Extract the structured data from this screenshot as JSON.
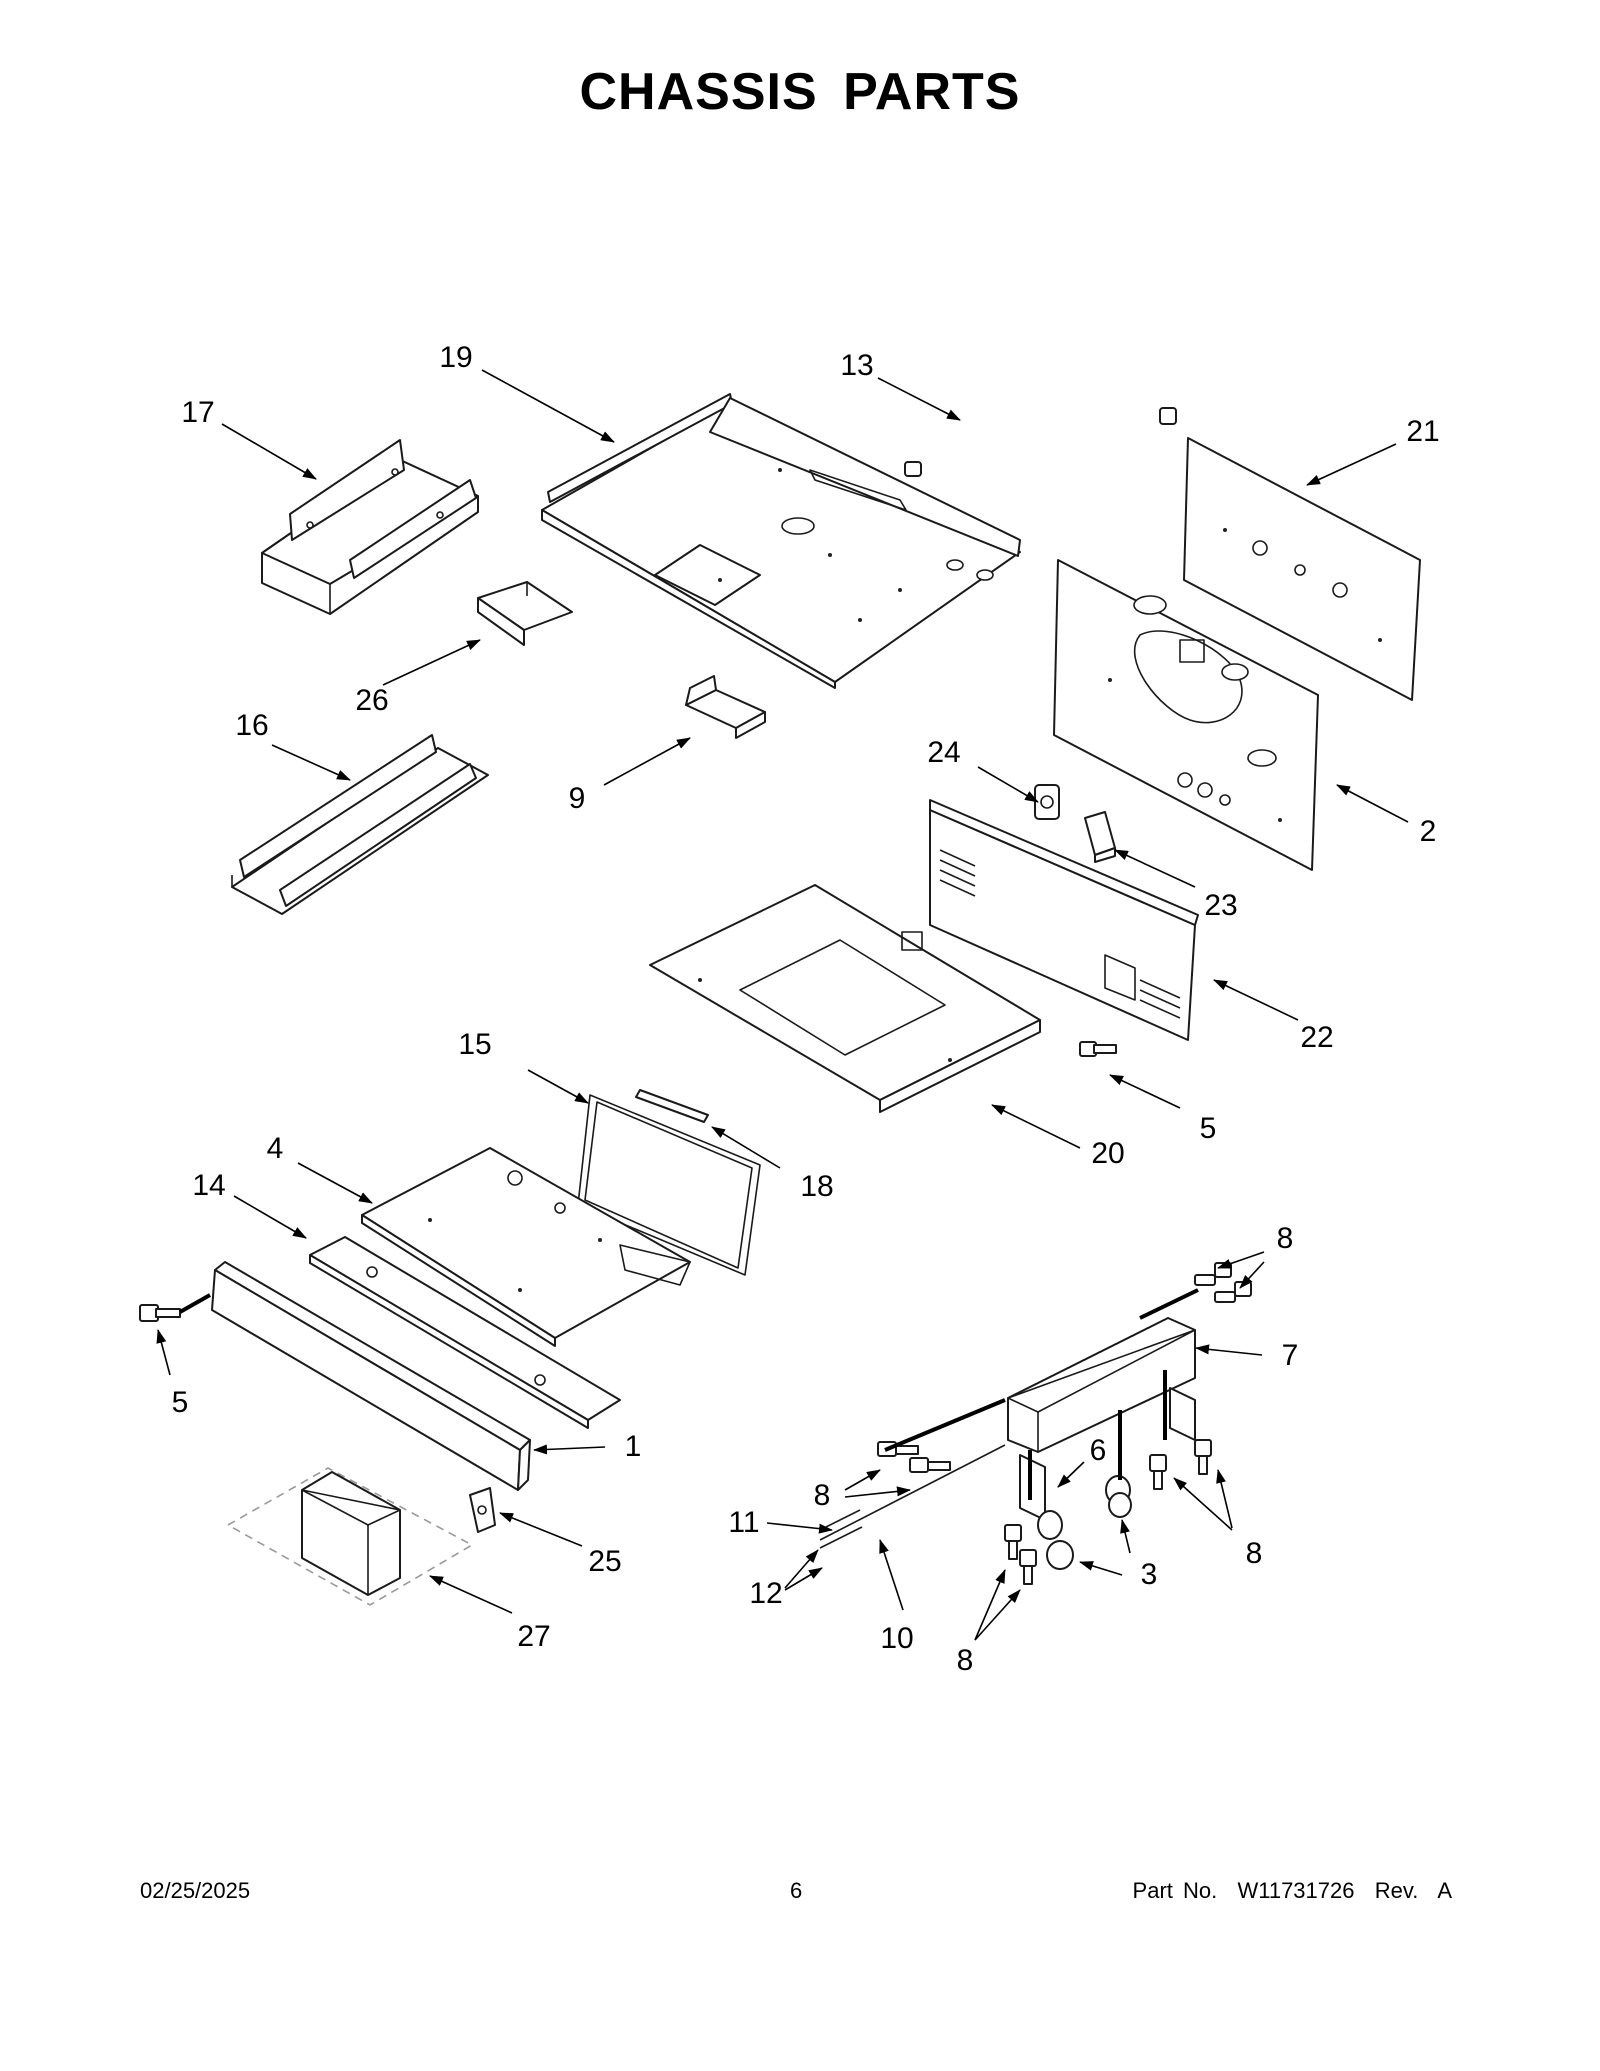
{
  "title": "CHASSIS PARTS",
  "footer": {
    "date": "02/25/2025",
    "page": "6",
    "part_number": "Part No.  W11731726  Rev.  A"
  },
  "callouts": [
    "19",
    "13",
    "17",
    "21",
    "26",
    "16",
    "9",
    "24",
    "2",
    "23",
    "22",
    "15",
    "5",
    "18",
    "20",
    "4",
    "14",
    "8",
    "7",
    "5",
    "1",
    "6",
    "8",
    "11",
    "8",
    "25",
    "12",
    "3",
    "27",
    "10",
    "8"
  ]
}
